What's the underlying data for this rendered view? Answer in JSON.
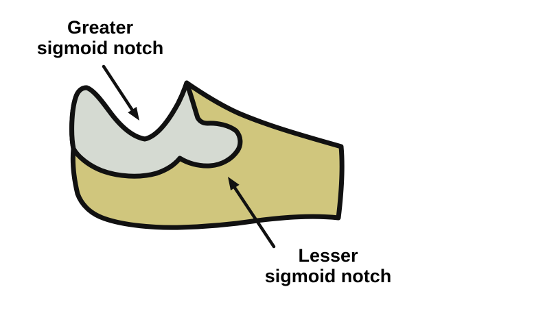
{
  "labels": {
    "greater": {
      "line1": "Greater",
      "line2": "sigmoid notch"
    },
    "lesser": {
      "line1": "Lesser",
      "line2": "sigmoid notch"
    }
  },
  "colors": {
    "background": "#ffffff",
    "bone_fill": "#d0c67d",
    "cartilage_fill": "#d5dad2",
    "outline": "#111111",
    "arrow": "#111111",
    "text": "#000000"
  }
}
